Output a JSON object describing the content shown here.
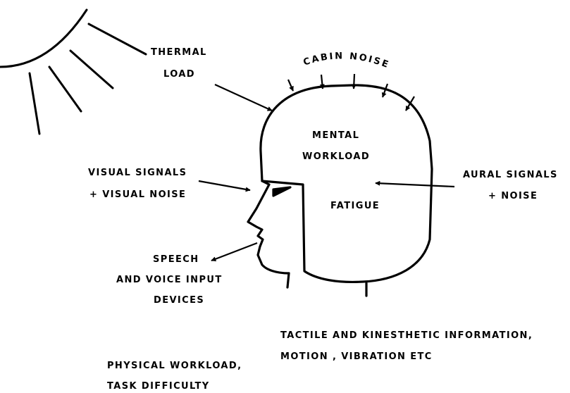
{
  "labels": {
    "thermal_load_1": "THERMAL",
    "thermal_load_2": "LOAD",
    "cabin_noise": "CABIN NOISE",
    "mental_workload_1": "MENTAL",
    "mental_workload_2": "WORKLOAD",
    "fatigue": "FATIGUE",
    "visual_1": "VISUAL SIGNALS",
    "visual_2": "+ VISUAL NOISE",
    "aural_1": "AURAL SIGNALS",
    "aural_2": "+ NOISE",
    "speech_1": "SPEECH",
    "speech_2": "AND VOICE INPUT",
    "speech_3": "DEVICES",
    "tactile_1": "TACTILE AND KINESTHETIC INFORMATION,",
    "tactile_2": "MOTION , VIBRATION ETC",
    "physical_1": "PHYSICAL WORKLOAD,",
    "physical_2": "TASK DIFFICULTY"
  },
  "colors": {
    "ink": "#000000",
    "background": "#ffffff"
  }
}
